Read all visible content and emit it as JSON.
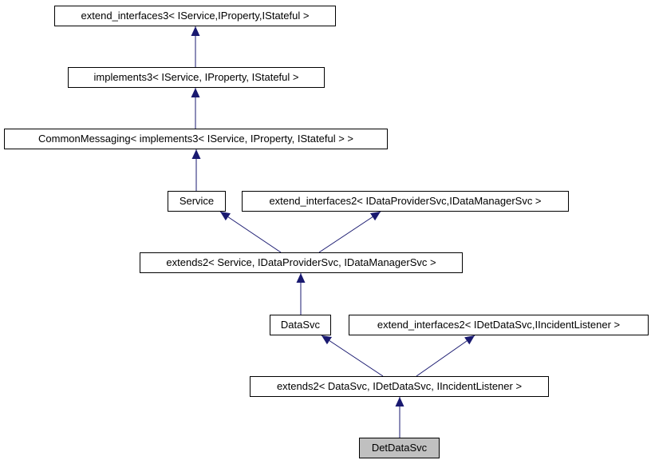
{
  "diagram": {
    "kind": "class-inheritance-graph",
    "colors": {
      "background": "#ffffff",
      "node_fill": "#ffffff",
      "node_border": "#000000",
      "current_node_fill": "#c0c0c0",
      "arrow": "#191970"
    },
    "nodes": [
      {
        "id": "extend_interfaces3",
        "label": "extend_interfaces3< IService,IProperty,IStateful >",
        "current": false
      },
      {
        "id": "implements3",
        "label": "implements3< IService, IProperty, IStateful >",
        "current": false
      },
      {
        "id": "CommonMessaging",
        "label": "CommonMessaging< implements3< IService, IProperty, IStateful > >",
        "current": false
      },
      {
        "id": "Service",
        "label": "Service",
        "current": false
      },
      {
        "id": "extend_interfaces2_data",
        "label": "extend_interfaces2< IDataProviderSvc,IDataManagerSvc >",
        "current": false
      },
      {
        "id": "extends2_service",
        "label": "extends2< Service, IDataProviderSvc, IDataManagerSvc >",
        "current": false
      },
      {
        "id": "DataSvc",
        "label": "DataSvc",
        "current": false
      },
      {
        "id": "extend_interfaces2_det",
        "label": "extend_interfaces2< IDetDataSvc,IIncidentListener >",
        "current": false
      },
      {
        "id": "extends2_datasvc",
        "label": "extends2< DataSvc, IDetDataSvc, IIncidentListener >",
        "current": false
      },
      {
        "id": "DetDataSvc",
        "label": "DetDataSvc",
        "current": true
      }
    ],
    "edges": [
      {
        "from": "implements3",
        "to": "extend_interfaces3"
      },
      {
        "from": "CommonMessaging",
        "to": "implements3"
      },
      {
        "from": "Service",
        "to": "CommonMessaging"
      },
      {
        "from": "extends2_service",
        "to": "Service"
      },
      {
        "from": "extends2_service",
        "to": "extend_interfaces2_data"
      },
      {
        "from": "DataSvc",
        "to": "extends2_service"
      },
      {
        "from": "extends2_datasvc",
        "to": "DataSvc"
      },
      {
        "from": "extends2_datasvc",
        "to": "extend_interfaces2_det"
      },
      {
        "from": "DetDataSvc",
        "to": "extends2_datasvc"
      }
    ]
  }
}
